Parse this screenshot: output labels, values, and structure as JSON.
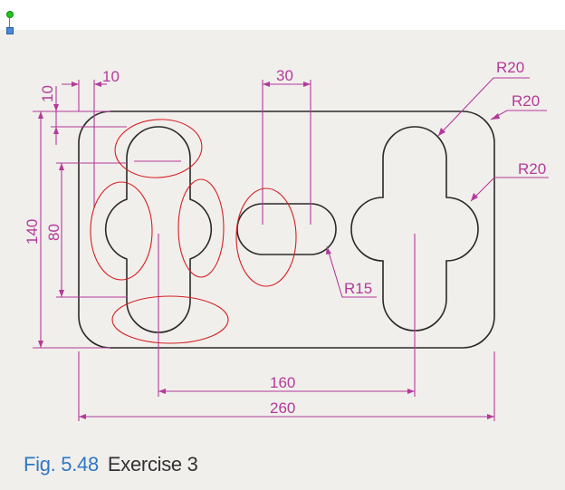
{
  "figure": {
    "label": "Fig. 5.48",
    "title": "Exercise 3"
  },
  "dimensions": {
    "top_left_vertical": "10",
    "top_left_horizontal": "10",
    "slot_width": "30",
    "radius_top_right_1": "R20",
    "radius_top_right_2": "R20",
    "radius_right": "R20",
    "radius_slot": "R15",
    "overall_height": "140",
    "inner_height": "80",
    "center_spacing": "160",
    "overall_width": "260"
  },
  "colors": {
    "outline": "#2a2a2a",
    "dimension": "#b43a9a",
    "annotation": "#d42020",
    "background": "#f1efec",
    "caption_label": "#2f78c2"
  }
}
